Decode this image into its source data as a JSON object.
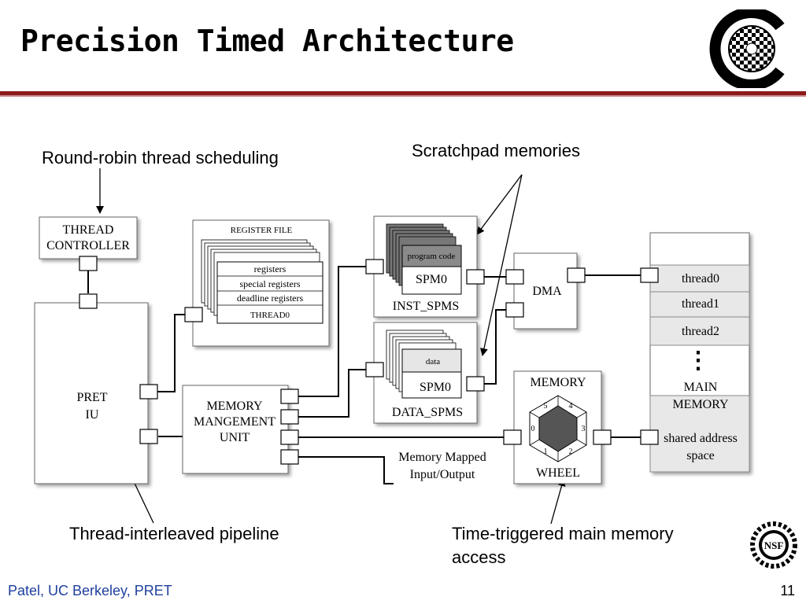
{
  "slide": {
    "title": "Precision Timed Architecture",
    "footer_left": "Patel, UC Berkeley, PRET",
    "page_number": "11"
  },
  "callouts": {
    "round_robin": "Round-robin thread scheduling",
    "scratchpad": "Scratchpad memories",
    "pipeline": "Thread-interleaved pipeline",
    "time_triggered": "Time-triggered main memory access"
  },
  "diagram": {
    "thread_controller": [
      "THREAD",
      "CONTROLLER"
    ],
    "pret_iu": [
      "PRET",
      "IU"
    ],
    "register_file": {
      "title": "REGISTER FILE",
      "rows": [
        "registers",
        "special registers",
        "deadline registers",
        "THREAD0"
      ]
    },
    "memory_management_unit": [
      "MEMORY",
      "MANGEMENT",
      "UNIT"
    ],
    "inst_spms": {
      "block_label": "program code",
      "spm_label": "SPM0",
      "caption": "INST_SPMS"
    },
    "data_spms": {
      "block_label": "data",
      "spm_label": "SPM0",
      "caption": "DATA_SPMS"
    },
    "dma": "DMA",
    "memory_wheel": {
      "top_label": "MEMORY",
      "bottom_label": "WHEEL",
      "slots": [
        "0",
        "1",
        "2",
        "3",
        "4",
        "5"
      ]
    },
    "memory_mapped_io": [
      "Memory Mapped",
      "Input/Output"
    ],
    "main_memory": {
      "threads": [
        "thread0",
        "thread1",
        "thread2"
      ],
      "ellipsis": "⋮",
      "label": [
        "MAIN",
        "MEMORY"
      ],
      "shared": [
        "shared address",
        "space"
      ]
    }
  },
  "logos": {
    "nsf_text": "NSF"
  }
}
